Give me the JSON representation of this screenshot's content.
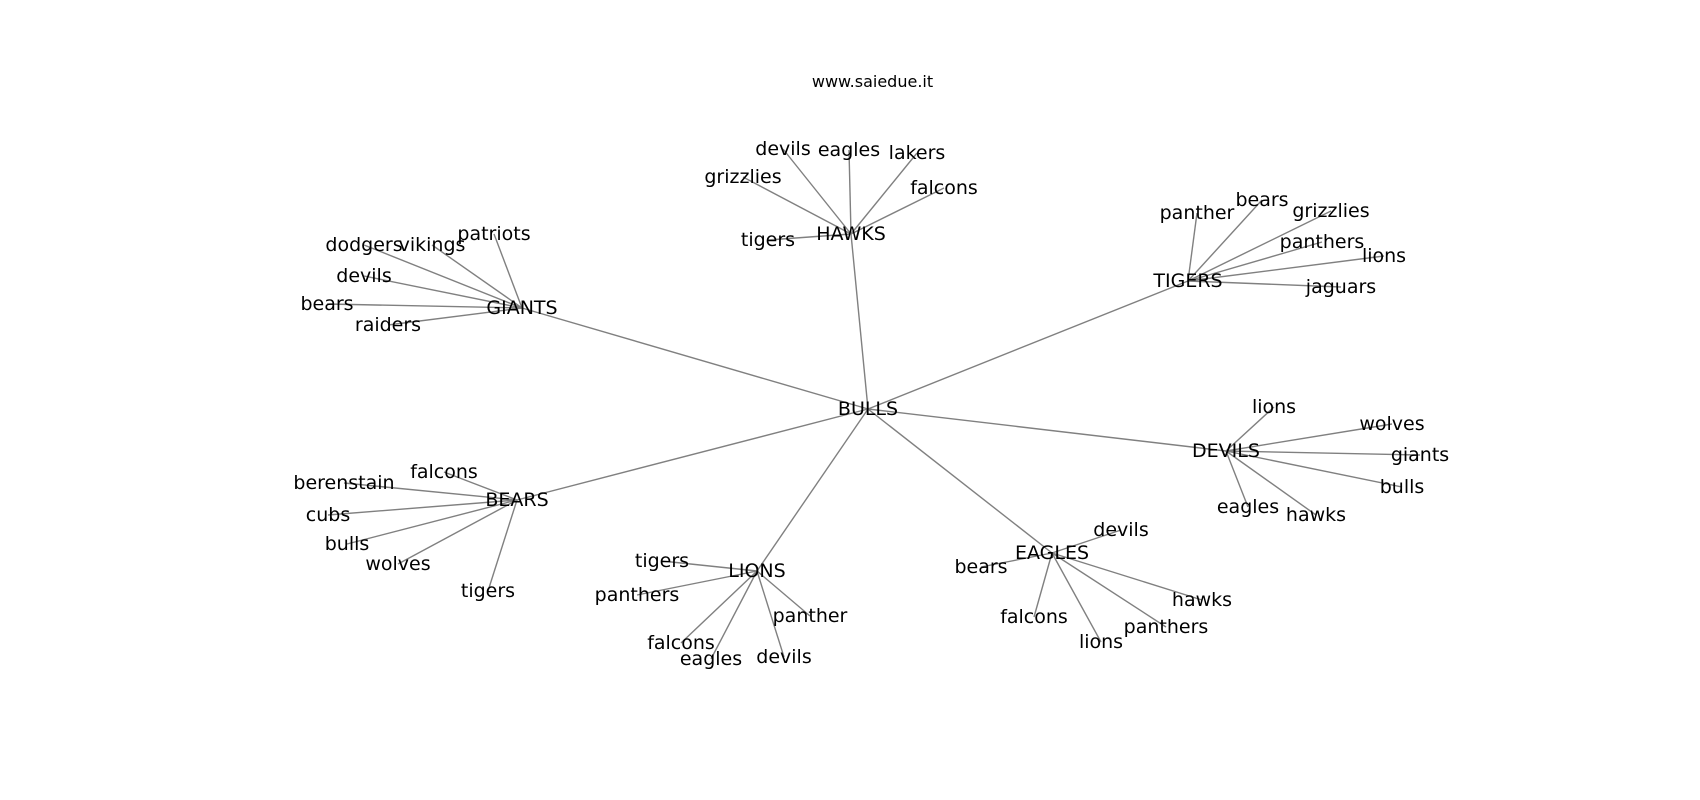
{
  "site_label": "www.saiedue.it",
  "colors": {
    "edge": "#808080",
    "text": "#000000",
    "background": "#ffffff"
  },
  "graph": {
    "root": "BULLS",
    "hubs": [
      {
        "id": "giants",
        "label": "GIANTS",
        "leaves": [
          "patriots",
          "vikings",
          "dodgers",
          "devils",
          "bears",
          "raiders"
        ]
      },
      {
        "id": "hawks",
        "label": "HAWKS",
        "leaves": [
          "devils",
          "eagles",
          "lakers",
          "grizzlies",
          "falcons",
          "tigers"
        ]
      },
      {
        "id": "tigers",
        "label": "TIGERS",
        "leaves": [
          "panther",
          "bears",
          "grizzlies",
          "panthers",
          "lions",
          "jaguars"
        ]
      },
      {
        "id": "devils",
        "label": "DEVILS",
        "leaves": [
          "lions",
          "wolves",
          "giants",
          "bulls",
          "eagles",
          "hawks"
        ]
      },
      {
        "id": "eagles",
        "label": "EAGLES",
        "leaves": [
          "devils",
          "bears",
          "hawks",
          "panthers",
          "falcons",
          "lions"
        ]
      },
      {
        "id": "lions",
        "label": "LIONS",
        "leaves": [
          "tigers",
          "panthers",
          "panther",
          "falcons",
          "eagles",
          "devils"
        ]
      },
      {
        "id": "bears",
        "label": "BEARS",
        "leaves": [
          "falcons",
          "berenstain",
          "cubs",
          "bulls",
          "wolves",
          "tigers"
        ]
      }
    ]
  }
}
